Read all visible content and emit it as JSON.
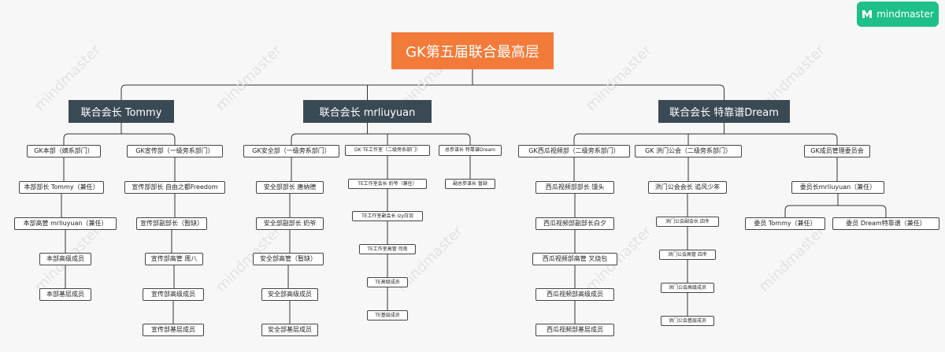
{
  "brand": {
    "name": "mindmaster",
    "icon": "mindmaster-logo-icon",
    "color": "#1fbf8a"
  },
  "watermark": "mindmaster",
  "root": {
    "label": "GK第五届联合最高层",
    "color": "#f27b3a"
  },
  "branches": [
    {
      "label": "联合会长 Tommy",
      "departments": [
        {
          "label": "GK本部（嫡系部门）",
          "items": [
            "本部部长 Tommy（兼任）",
            "本部高管 mrliuyuan（兼任）",
            "本部高级成员",
            "本部基层成员"
          ]
        },
        {
          "label": "GK宣传部（一级旁系部门）",
          "items": [
            "宣传部部长 自由之都Freedom",
            "宣传部副部长（暂缺）",
            "宣传部高管 周八",
            "宣传部高级成员",
            "宣传部基层成员"
          ]
        }
      ]
    },
    {
      "label": "联合会长 mrliuyuan",
      "departments": [
        {
          "label": "GK安全部（一级旁系部门）",
          "items": [
            "安全部部长 唐纳德",
            "安全部副部长 奶爷",
            "安全部高管（暂缺）",
            "安全部高级成员",
            "安全部基层成员"
          ]
        },
        {
          "label": "GK TE工作室（二级旁系部门）",
          "items": [
            "TE工作室会长 奶爷（兼任）",
            "TE工作室副会长 Izy白羽",
            "TE工作室高管 司南",
            "TE高级成员",
            "TE基层成员"
          ]
        },
        {
          "label": "总参谋长 特靠谱Dream",
          "items": [
            "副总参谋长 暂缺"
          ]
        }
      ]
    },
    {
      "label": "联合会长 特靠谱Dream",
      "departments": [
        {
          "label": "GK西瓜视频部（二级旁系部门）",
          "items": [
            "西瓜视频部部长 馒头",
            "西瓜视频部副部长白夕",
            "西瓜视频部高管 叉烧包",
            "西瓜视频部高级成员",
            "西瓜视频部基层成员"
          ]
        },
        {
          "label": "GK 洪门公会（二级旁系部门）",
          "items": [
            "洪门公会会长 追风少年",
            "洪门公会副会长 四冬",
            "洪门公会高管 四冬",
            "洪门公会高级成员",
            "洪门公会基层成员"
          ]
        },
        {
          "label": "GK成员管理委员会",
          "items": [
            "委员长mrliuyuan（兼任）"
          ],
          "members": [
            "委员 Tommy（兼任）",
            "委员 Dream特靠谱（兼任）"
          ]
        }
      ]
    }
  ]
}
